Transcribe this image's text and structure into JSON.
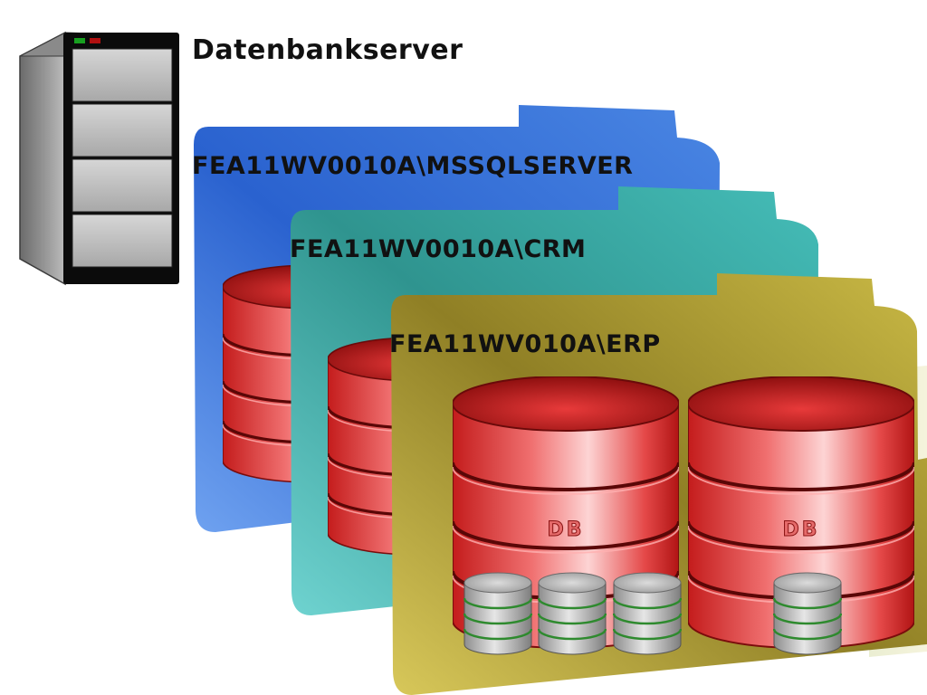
{
  "server": {
    "title": "Datenbankserver",
    "icon": "server-tower-icon"
  },
  "instances": [
    {
      "name": "FEA11WV0010A\\MSSQLSERVER",
      "color": "#2f6fd6"
    },
    {
      "name": "FEA11WV0010A\\CRM",
      "color": "#3aada8"
    },
    {
      "name": "FEA11WV010A\\ERP",
      "color": "#b5a534"
    }
  ],
  "databases": {
    "label": "DB",
    "color": "#d82a2a"
  },
  "colors": {
    "db_red": "#d82a2a",
    "disk_gray": "#b8b8b8",
    "disk_green": "#2e8a2e",
    "led_green": "#18a020",
    "led_red": "#b01010"
  }
}
